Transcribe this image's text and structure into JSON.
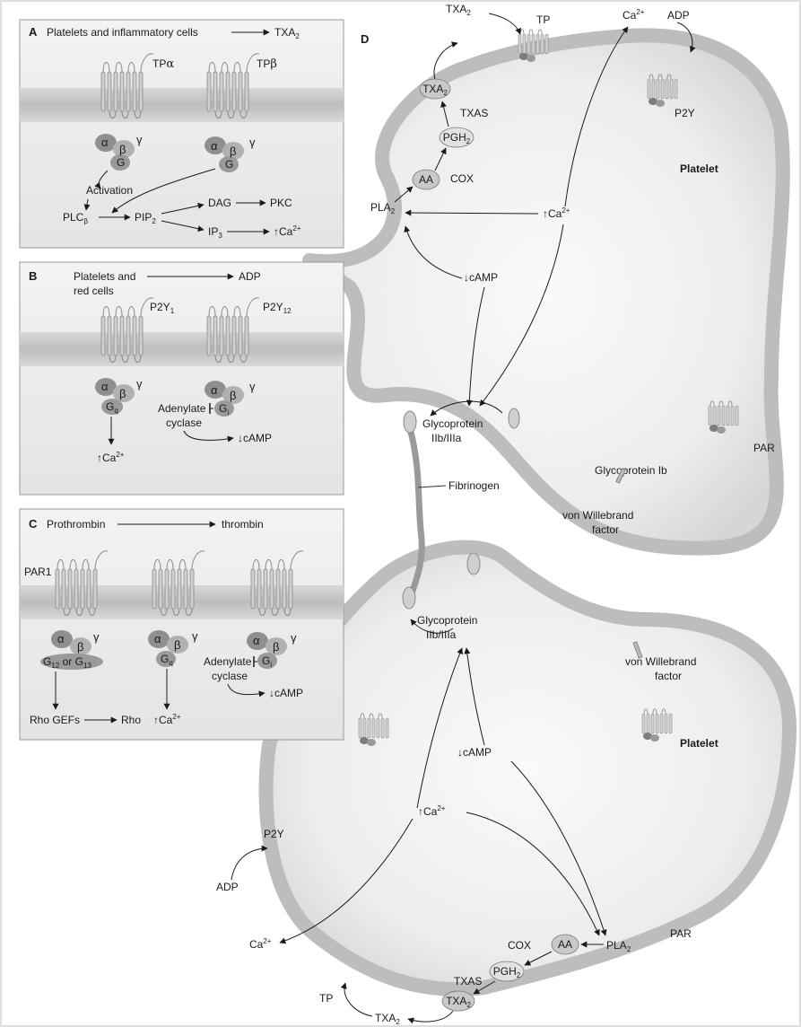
{
  "panels": {
    "A": {
      "letter": "A",
      "title_left": "Platelets and inflammatory cells",
      "title_right": "TXA",
      "title_right_sub": "2",
      "receptors": [
        {
          "label": "TP",
          "greek": "α"
        },
        {
          "label": "TP",
          "greek": "β"
        }
      ],
      "subunits": {
        "alpha": "α",
        "beta": "β",
        "gamma": "γ",
        "g": "G"
      },
      "activation": "Activation",
      "plc": "PLC",
      "plc_sub": "β",
      "pip": "PIP",
      "pip_sub": "2",
      "dag": "DAG",
      "pkc": "PKC",
      "ip": "IP",
      "ip_sub": "3",
      "ca": "↑Ca",
      "ca_sup": "2+"
    },
    "B": {
      "letter": "B",
      "title_line1": "Platelets and",
      "title_line2": "red cells",
      "title_right": "ADP",
      "receptor1": "P2Y",
      "receptor1_sub": "1",
      "receptor2": "P2Y",
      "receptor2_sub": "12",
      "gq": "G",
      "gq_sub": "q",
      "gi": "G",
      "gi_sub": "i",
      "adenylate1": "Adenylate",
      "adenylate2": "cyclase",
      "camp": "↓cAMP",
      "ca": "↑Ca",
      "ca_sup": "2+"
    },
    "C": {
      "letter": "C",
      "title_left": "Prothrombin",
      "title_right": "thrombin",
      "receptor": "PAR1",
      "g12": "G",
      "g12_sub": "12",
      "or": "or",
      "g13": "G",
      "g13_sub": "13",
      "gq": "G",
      "gq_sub": "q",
      "gi": "G",
      "gi_sub": "i",
      "rhogef": "Rho GEFs",
      "rho": "Rho",
      "ca": "↑Ca",
      "ca_sup": "2+",
      "adenylate1": "Adenylate",
      "adenylate2": "cyclase",
      "camp": "↓cAMP"
    },
    "D": {
      "letter": "D",
      "platelet": "Platelet",
      "txa": "TXA",
      "txa_sub": "2",
      "tp": "TP",
      "ca_ext": "Ca",
      "ca_ext_sup": "2+",
      "adp": "ADP",
      "p2y": "P2Y",
      "txas": "TXAS",
      "pgh": "PGH",
      "pgh_sub": "2",
      "aa": "AA",
      "cox": "COX",
      "pla": "PLA",
      "pla_sub": "2",
      "ca_up": "↑Ca",
      "ca_up_sup": "2+",
      "camp": "↓cAMP",
      "gp2b3a_1": "Glycoprotein",
      "gp2b3a_2": "IIb/IIIa",
      "fibrinogen": "Fibrinogen",
      "par": "PAR",
      "gp1b": "Glycoprotein Ib",
      "vwf_1": "von Willebrand",
      "vwf_2": "factor"
    }
  }
}
